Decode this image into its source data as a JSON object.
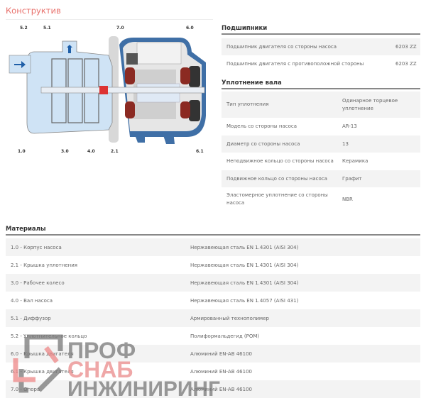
{
  "title": "Конструктив",
  "diagram": {
    "labels": [
      "5.2",
      "5.1",
      "7.0",
      "6.0",
      "1.0",
      "3.0",
      "4.0",
      "2.1",
      "6.1"
    ]
  },
  "bearings": {
    "heading": "Подшипники",
    "rows": [
      {
        "label": "Подшипник двигателя со стороны насоса",
        "value": "6203 ZZ"
      },
      {
        "label": "Подшипник двигателя с противоположной стороны",
        "value": "6203 ZZ"
      }
    ]
  },
  "seal": {
    "heading": "Уплотнение вала",
    "rows": [
      {
        "label": "Тип уплотнения",
        "value": "Одинарное торцевое уплотнение"
      },
      {
        "label": "Модель со стороны насоса",
        "value": "AR-13"
      },
      {
        "label": "Диаметр со стороны насоса",
        "value": "13"
      },
      {
        "label": "Неподвижное кольцо со стороны насоса",
        "value": "Керамика"
      },
      {
        "label": "Подвижное кольцо со стороны насоса",
        "value": "Графит"
      },
      {
        "label": "Эластомерное уплотнение со стороны насоса",
        "value": "NBR"
      }
    ]
  },
  "materials": {
    "heading": "Материалы",
    "rows": [
      {
        "label": "1.0 - Корпус насоса",
        "value": "Нержавеющая сталь EN 1.4301 (AISI 304)"
      },
      {
        "label": "2.1 - Крышка уплотнения",
        "value": "Нержавеющая сталь EN 1.4301 (AISI 304)"
      },
      {
        "label": "3.0 - Рабочее колесо",
        "value": "Нержавеющая сталь EN 1.4301 (AISI 304)"
      },
      {
        "label": "4.0 - Вал насоса",
        "value": "Нержавеющая сталь EN 1.4057 (AISI 431)"
      },
      {
        "label": "5.1 - Диффузор",
        "value": "Армированный технополимер"
      },
      {
        "label": "5.2 - Уплотнительное кольцо",
        "value": "Полиформальдегид (POM)"
      },
      {
        "label": "6.0 - Крышка двигателя",
        "value": "Алюминий EN-AB 46100"
      },
      {
        "label": "6.1 - Крышка двигателя",
        "value": "Алюминий EN-AB 46100"
      },
      {
        "label": "7.0 - Опора",
        "value": "Алюминий EN-AB 46100"
      }
    ]
  },
  "watermark": {
    "line1": "ПРОФ",
    "line2": "СНАБ",
    "line3": "ИНЖИНИРИНГ"
  },
  "colors": {
    "accent": "#e8706b",
    "pump_blue": "#cfe3f5",
    "motor_blue": "#3f6fa6"
  }
}
